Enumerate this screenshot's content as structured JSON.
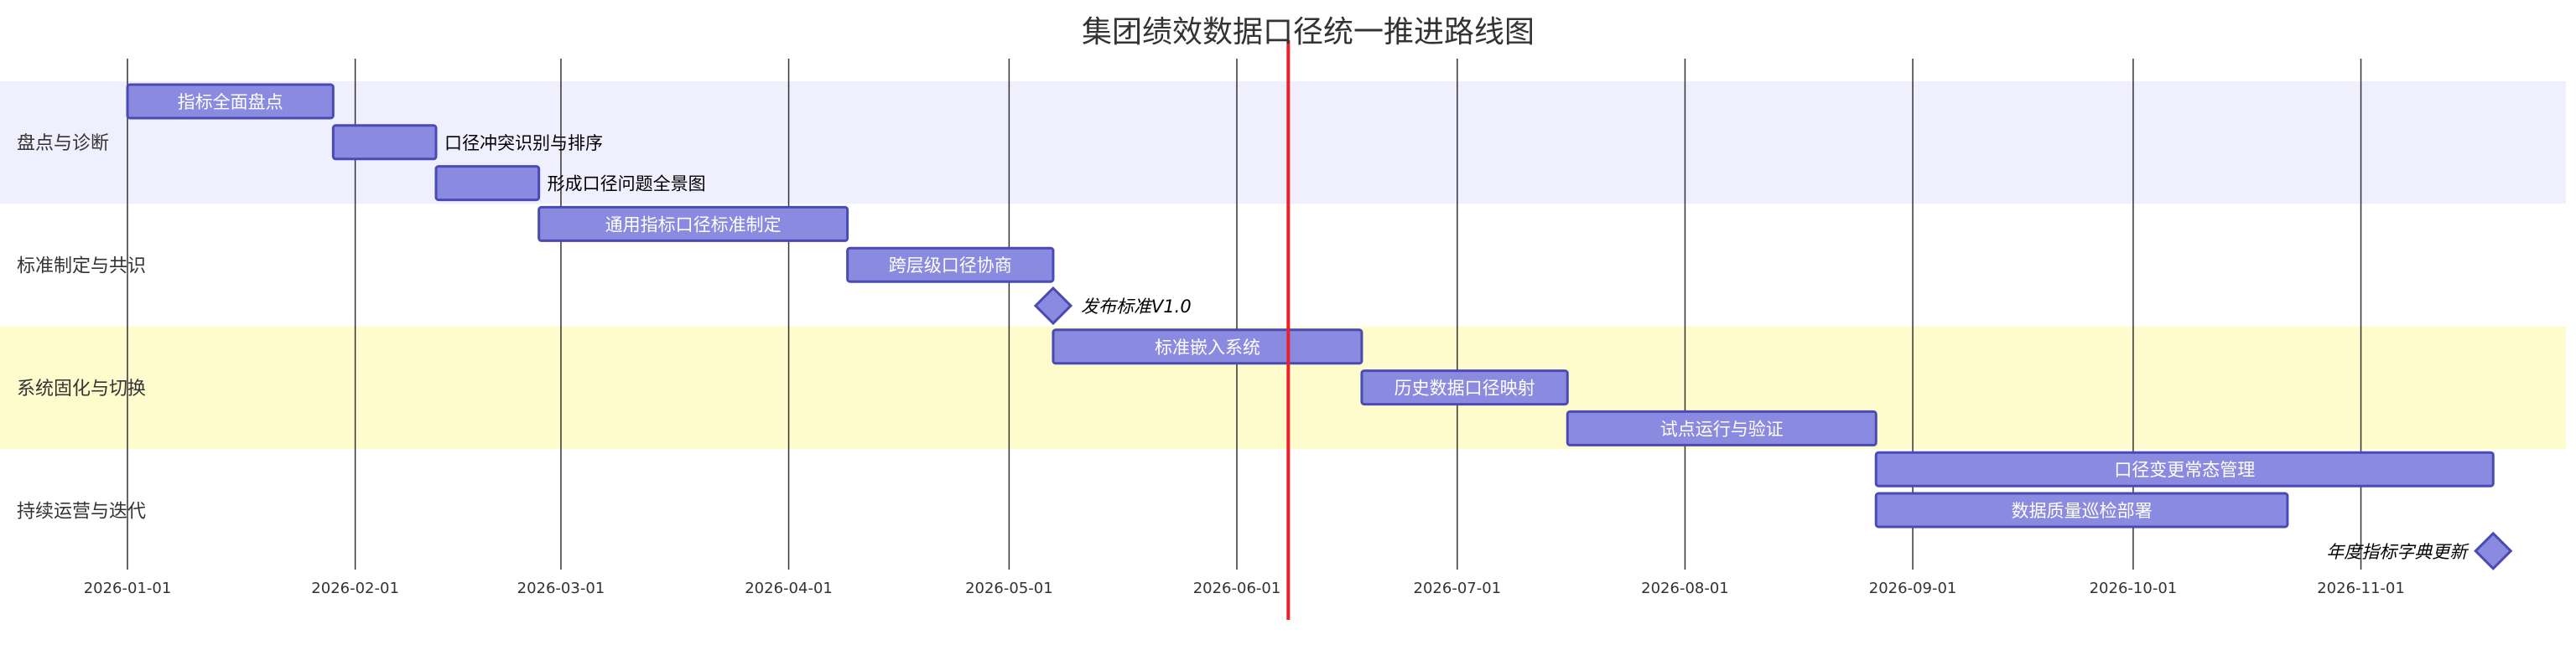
{
  "chart_data": {
    "type": "gantt",
    "title": "集团绩效数据口径统一推进路线图",
    "date_format": "YYYY-MM-DD",
    "x_range": [
      "2026-01-01",
      "2026-11-20"
    ],
    "x_ticks": [
      "2026-01-01",
      "2026-02-01",
      "2026-03-01",
      "2026-04-01",
      "2026-05-01",
      "2026-06-01",
      "2026-07-01",
      "2026-08-01",
      "2026-09-01",
      "2026-10-01",
      "2026-11-01"
    ],
    "today": "2026-06-08",
    "grid": true,
    "colors": {
      "task_fill": "#8a8ae0",
      "task_stroke": "#4a4ab5",
      "today_line": "#e8202a",
      "section_band_1": "#efeffd",
      "section_band_2": "#ffffff",
      "section_band_3": "#fefccc",
      "section_band_4": "#ffffff"
    },
    "sections": [
      {
        "name": "盘点与诊断",
        "tasks": [
          {
            "name": "指标全面盘点",
            "start": "2026-01-01",
            "end": "2026-01-29"
          },
          {
            "name": "口径冲突识别与排序",
            "start": "2026-01-29",
            "end": "2026-02-12"
          },
          {
            "name": "形成口径问题全景图",
            "start": "2026-02-12",
            "end": "2026-02-26"
          }
        ]
      },
      {
        "name": "标准制定与共识",
        "tasks": [
          {
            "name": "通用指标口径标准制定",
            "start": "2026-02-26",
            "end": "2026-04-09"
          },
          {
            "name": "跨层级口径协商",
            "start": "2026-04-09",
            "end": "2026-05-07"
          },
          {
            "name": "发布标准V1.0",
            "start": "2026-05-07",
            "milestone": true
          }
        ]
      },
      {
        "name": "系统固化与切换",
        "tasks": [
          {
            "name": "标准嵌入系统",
            "start": "2026-05-07",
            "end": "2026-06-18"
          },
          {
            "name": "历史数据口径映射",
            "start": "2026-06-18",
            "end": "2026-07-16"
          },
          {
            "name": "试点运行与验证",
            "start": "2026-07-16",
            "end": "2026-08-27"
          }
        ]
      },
      {
        "name": "持续运营与迭代",
        "tasks": [
          {
            "name": "口径变更常态管理",
            "start": "2026-08-27",
            "end": "2026-11-19"
          },
          {
            "name": "数据质量巡检部署",
            "start": "2026-08-27",
            "end": "2026-10-22"
          },
          {
            "name": "年度指标字典更新",
            "start": "2026-11-19",
            "milestone": true
          }
        ]
      }
    ]
  }
}
